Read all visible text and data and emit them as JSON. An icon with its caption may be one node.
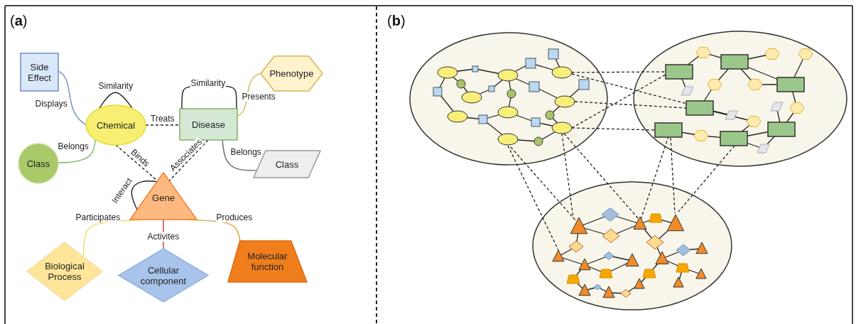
{
  "diagram": {
    "nodes": [
      {
        "text": [
          "Side Effect"
        ]
      },
      {
        "text": [
          "Chemical"
        ]
      },
      {
        "text": [
          "Disease"
        ]
      },
      {
        "text": [
          "Phenotype"
        ]
      },
      {
        "text": [
          "Class"
        ]
      },
      {
        "text": [
          "Class"
        ]
      },
      {
        "text": [
          "Gene"
        ]
      },
      {
        "text": [
          "Biological Process"
        ]
      },
      {
        "text": [
          "Cellular component"
        ]
      },
      {
        "text": [
          "Molecular function"
        ]
      }
    ],
    "edges": [
      {
        "from": 0,
        "to": 1,
        "arrow": "none",
        "label": "Displays",
        "color": "#6c8ebf"
      },
      {
        "from": 1,
        "to": 1,
        "arrow": "none",
        "label": "Similarity"
      },
      {
        "from": 2,
        "to": 2,
        "arrow": "none",
        "label": "Similarity"
      },
      {
        "from": 2,
        "to": 3,
        "arrow": "none",
        "label": "Presents",
        "color": "#d6b656"
      },
      {
        "from": 1,
        "to": 2,
        "arrow": "none",
        "label": "Treats",
        "style": "dashed"
      },
      {
        "from": 1,
        "to": 4,
        "arrow": "none",
        "label": "Belongs",
        "color": "#82b366"
      },
      {
        "from": 1,
        "to": 6,
        "arrow": "none",
        "label": "Binds",
        "style": "dashed"
      },
      {
        "from": 2,
        "to": 6,
        "arrow": "none",
        "label": "Associates",
        "style": "dashed"
      },
      {
        "from": 2,
        "to": 5,
        "arrow": "none",
        "label": "Belongs",
        "color": "#666666"
      },
      {
        "from": 6,
        "to": 6,
        "arrow": "none",
        "label": "Interact"
      },
      {
        "from": 6,
        "to": 7,
        "arrow": "none",
        "label": "Participates",
        "color": "#f5d76e"
      },
      {
        "from": 6,
        "to": 8,
        "arrow": "none",
        "label": "Activites",
        "color": "#e03030"
      },
      {
        "from": 6,
        "to": 9,
        "arrow": "none",
        "label": "Produces",
        "color": "#e0a030"
      }
    ],
    "labels": [
      "(**a**)",
      "(**b**)"
    ]
  }
}
